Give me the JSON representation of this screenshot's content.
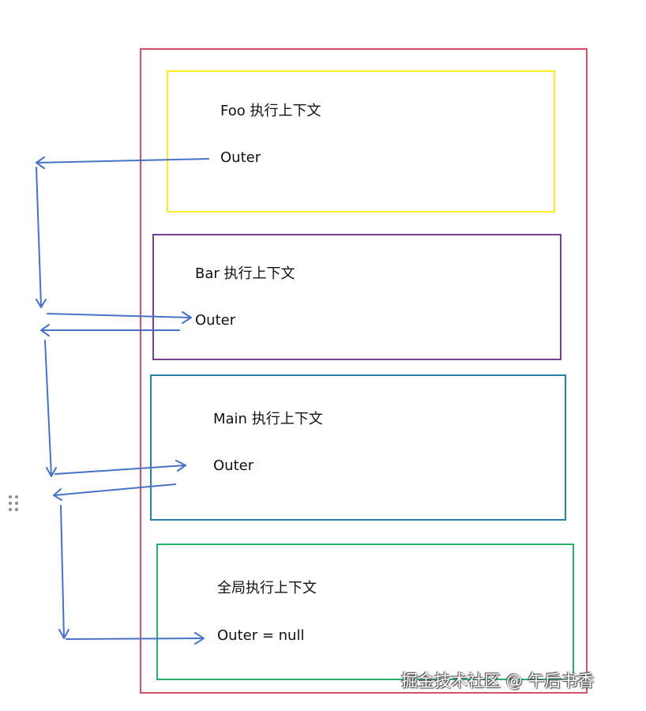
{
  "contexts": {
    "foo": {
      "title": "Foo 执行上下文",
      "outer": "Outer"
    },
    "bar": {
      "title": "Bar 执行上下文",
      "outer": "Outer"
    },
    "main": {
      "title": "Main 执行上下文",
      "outer": "Outer"
    },
    "global": {
      "title": "全局执行上下文",
      "outer": "Outer = null"
    }
  },
  "watermark": "掘金技术社区 @ 午后书香",
  "colors": {
    "outer_frame": "#d6506a",
    "foo": "#ffee22",
    "bar": "#7b3e96",
    "main": "#2a7fa6",
    "global": "#27b06e",
    "arrow": "#4a72c4"
  },
  "icons": {
    "drag_handle": "drag-handle-icon"
  }
}
